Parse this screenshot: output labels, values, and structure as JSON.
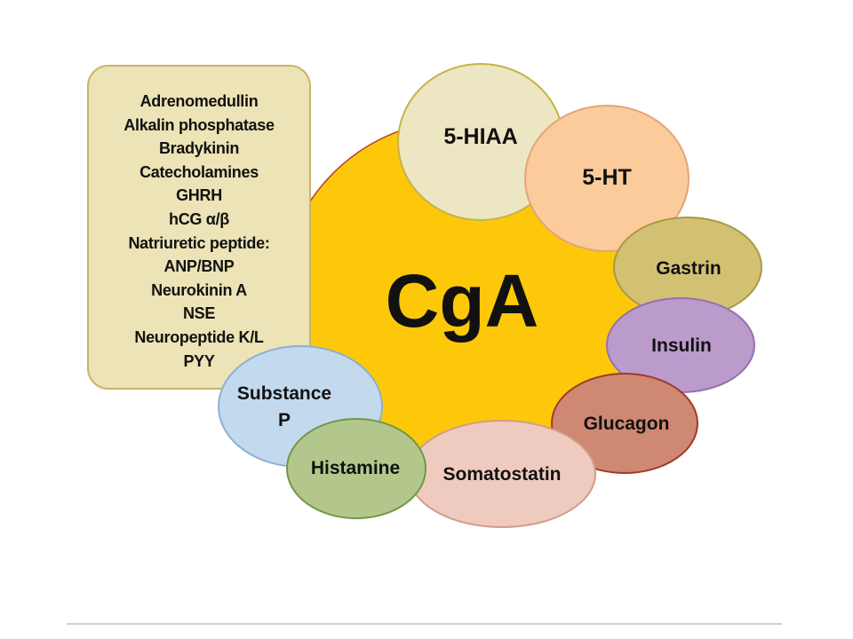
{
  "center": {
    "label": "CgA",
    "color": "#fdc80a"
  },
  "list_box": {
    "items": [
      "Adrenomedullin",
      "Alkalin phosphatase",
      "Bradykinin",
      "Catecholamines",
      "GHRH",
      "hCG α/β",
      "Natriuretic peptide:",
      "ANP/BNP",
      "Neurokinin A",
      "NSE",
      "Neuropeptide K/L",
      "PYY"
    ]
  },
  "markers": [
    {
      "label": "5-HIAA",
      "fill": "#ede6c2",
      "stroke": "#c4b446"
    },
    {
      "label": "5-HT",
      "fill": "#fbcb9c",
      "stroke": "#e3a47a"
    },
    {
      "label": "Gastrin",
      "fill": "#d3c173",
      "stroke": "#ab9843"
    },
    {
      "label": "Insulin",
      "fill": "#bb9bcc",
      "stroke": "#9770ae"
    },
    {
      "label": "Glucagon",
      "fill": "#cf8872",
      "stroke": "#9e3a28"
    },
    {
      "label": "Somatostatin",
      "fill": "#efcbbf",
      "stroke": "#d39c8a"
    },
    {
      "label_line1": "Substance",
      "label_line2": "P",
      "fill": "#c3d9ee",
      "stroke": "#8cb0d2"
    },
    {
      "label": "Histamine",
      "fill": "#b3c78d",
      "stroke": "#6e9a42"
    }
  ]
}
